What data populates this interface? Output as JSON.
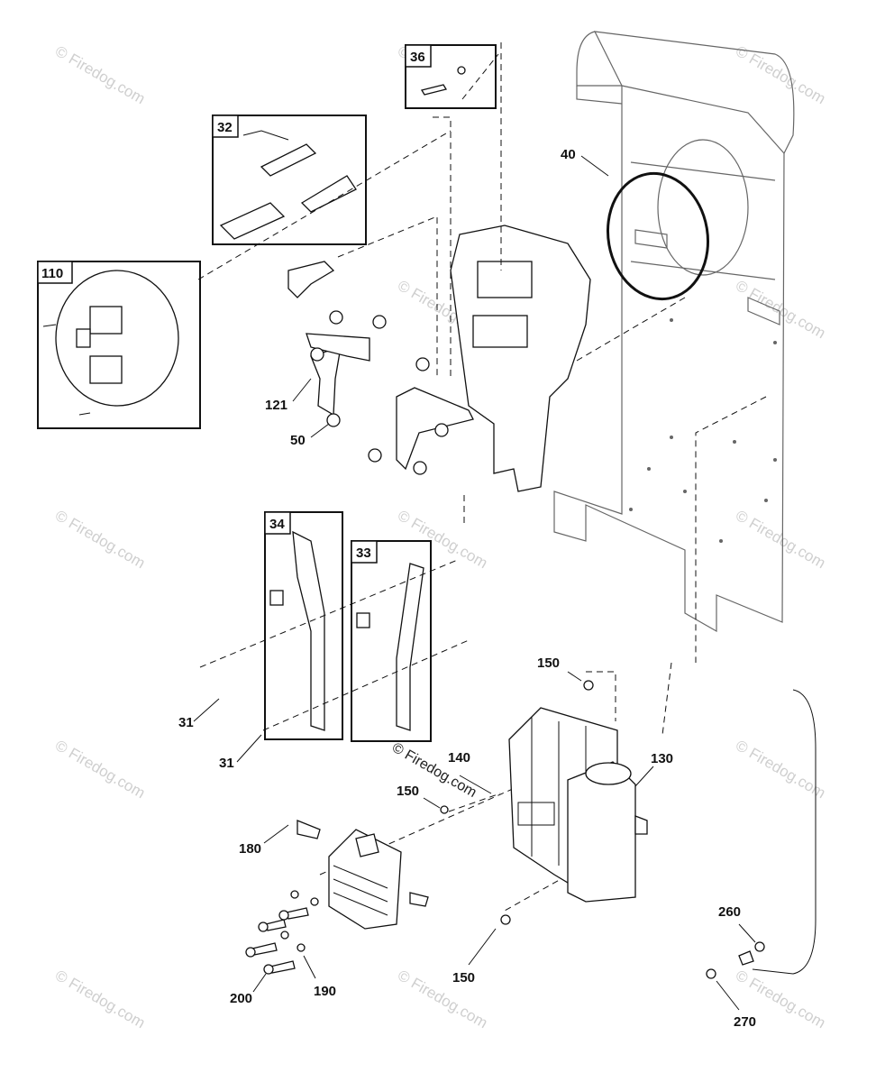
{
  "watermark": {
    "text": "© Firedog.com",
    "credit": "© Firedog.com"
  },
  "callout_boxes": [
    {
      "id": "box-36",
      "label": "36"
    },
    {
      "id": "box-32",
      "label": "32"
    },
    {
      "id": "box-110",
      "label": "110"
    },
    {
      "id": "box-34",
      "label": "34"
    },
    {
      "id": "box-33",
      "label": "33"
    }
  ],
  "part_labels": {
    "p40": "40",
    "p121": "121",
    "p50": "50",
    "p31a": "31",
    "p31b": "31",
    "p150a": "150",
    "p150b": "150",
    "p150c": "150",
    "p140": "140",
    "p130": "130",
    "p180": "180",
    "p200": "200",
    "p190": "190",
    "p260": "260",
    "p270": "270"
  }
}
